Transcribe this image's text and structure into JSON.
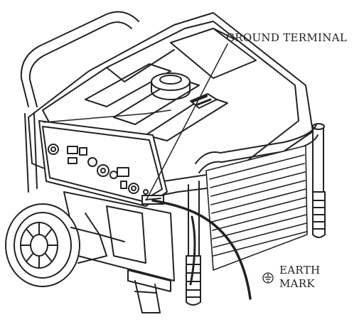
{
  "labels": {
    "ground_terminal": "GROUND TERMINAL",
    "earth_line1": "EARTH",
    "earth_line2": "MARK"
  },
  "icons": {
    "earth_symbol": "earth-ground-symbol"
  },
  "colors": {
    "line": "#222222",
    "background": "#ffffff"
  }
}
